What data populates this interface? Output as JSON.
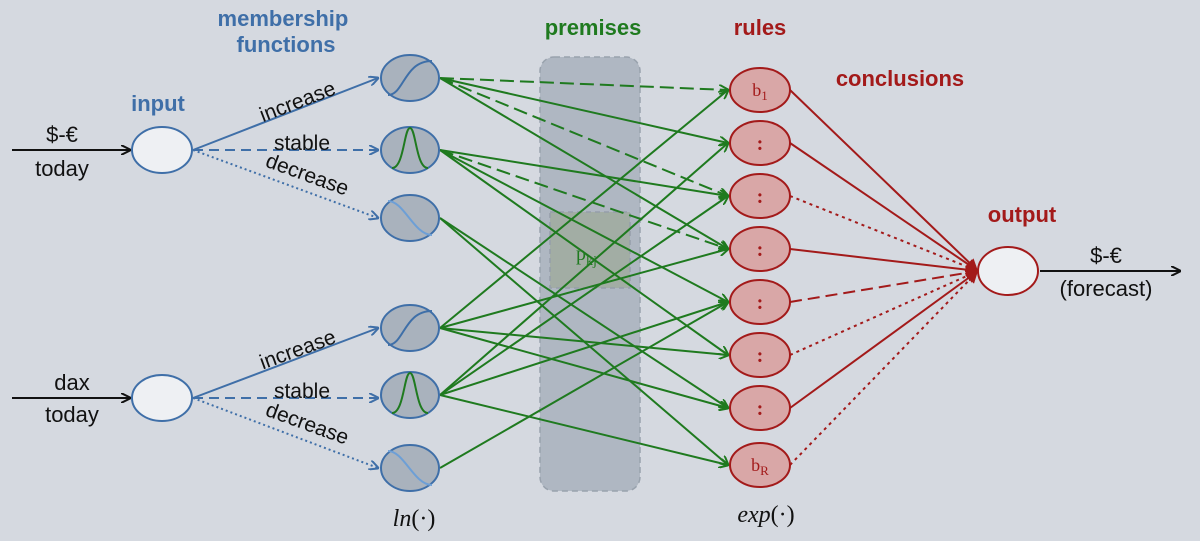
{
  "headers": {
    "membership": [
      "membership",
      "functions"
    ],
    "input": "input",
    "premises": "premises",
    "rules": "rules",
    "conclusions": "conclusions",
    "output": "output"
  },
  "inputs": [
    {
      "top": "$-€",
      "bottom": "today"
    },
    {
      "top": "dax",
      "bottom": "today"
    }
  ],
  "edge_labels": [
    "increase",
    "stable",
    "decrease"
  ],
  "output_label": {
    "top": "$-€",
    "bottom": "(forecast)"
  },
  "rules": {
    "first": {
      "base": "b",
      "sub": "1"
    },
    "last": {
      "base": "b",
      "sub": "R"
    },
    "ellipsis": ":"
  },
  "premise_param": {
    "base": "p",
    "sub": "kj"
  },
  "functions": {
    "ln": {
      "name": "ln",
      "arg": "(·)"
    },
    "exp": {
      "name": "exp",
      "arg": "(·)"
    }
  },
  "colors": {
    "background": "#d5d9e0",
    "input_blue": "#3f6fa8",
    "premise_green": "#1f7a1f",
    "rule_red": "#a31a1a",
    "premise_band": "#a9b2bd"
  }
}
